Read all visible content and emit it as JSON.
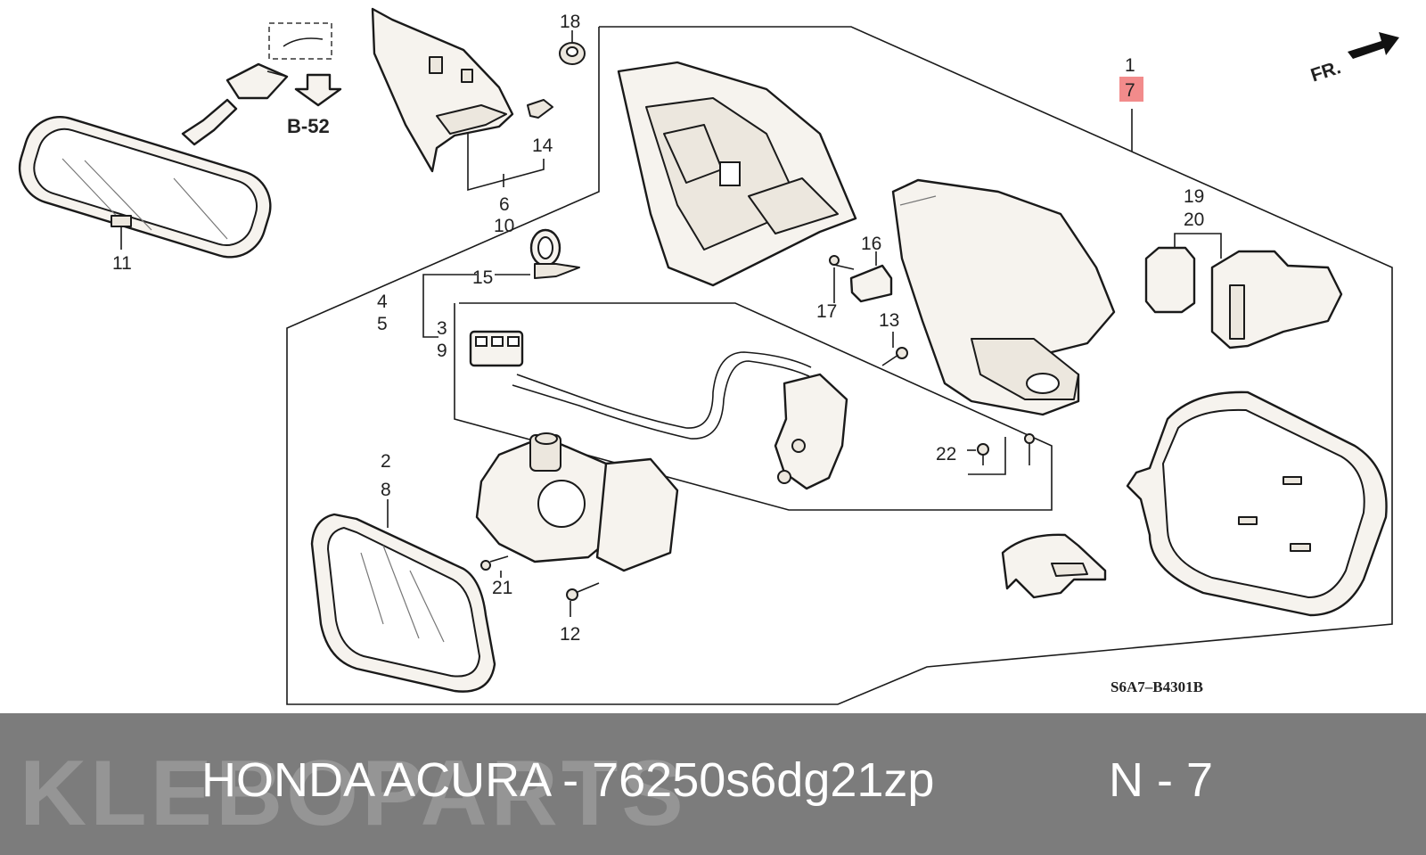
{
  "diagram": {
    "callouts": {
      "c1": "1",
      "c7": "7",
      "c2": "2",
      "c8": "8",
      "c3": "3",
      "c9": "9",
      "c4": "4",
      "c5": "5",
      "c6": "6",
      "c10": "10",
      "c11": "11",
      "c12": "12",
      "c13": "13",
      "c14": "14",
      "c15": "15",
      "c16": "16",
      "c17": "17",
      "c18": "18",
      "c19": "19",
      "c20": "20",
      "c21": "21",
      "c22": "22"
    },
    "section_ref": "B-52",
    "direction_label": "FR.",
    "diagram_code": "S6A7–B4301B",
    "highlight_color": "#f28b8b"
  },
  "footer": {
    "watermark": "KLEBOPARTS",
    "title": "HONDA ACURA - 76250s6dg21zp",
    "ref": "N - 7"
  }
}
